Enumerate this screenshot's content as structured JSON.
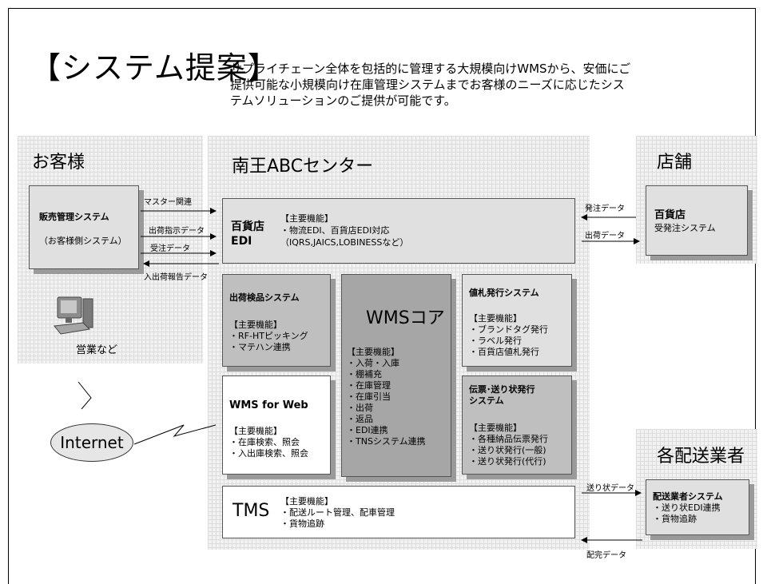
{
  "header": {
    "title": "【システム提案】",
    "intro_lines": [
      "サプライチェーン全体を包括的に管理する大規模向けWMSから、安価にご",
      "提供可能な小規模向け在庫管理システムまでお客様のニーズに応じたシス",
      "テムソリューションのご提供が可能です。"
    ]
  },
  "customer": {
    "label": "お客様",
    "system_name": "販売管理システム",
    "system_note": "（お客様側システム）",
    "computer_label": "営業など"
  },
  "center": {
    "label": "南王ABCセンター"
  },
  "store": {
    "label": "店舗",
    "system_name": "百貨店",
    "system_note": "受発注システム"
  },
  "carrier": {
    "label": "各配送業者",
    "system_name": "配送業者システム",
    "features": [
      "・送り状EDI連携",
      "・貨物追跡"
    ]
  },
  "edi": {
    "name_lines": [
      "百貨店",
      "EDI"
    ],
    "heading": "【主要機能】",
    "features": [
      "・物流EDI、百貨店EDI対応",
      "（IQRS,JAICS,LOBINESSなど）"
    ]
  },
  "shipping_inspection": {
    "name": "出荷検品システム",
    "heading": "【主要機能】",
    "features": [
      "・RF-HTピッキング",
      "・マテハン連携"
    ]
  },
  "wms_core": {
    "name": "WMSコア",
    "heading": "【主要機能】",
    "features": [
      "・入荷・入庫",
      "・棚補充",
      "・在庫管理",
      "・在庫引当",
      "・出荷",
      "・返品",
      "・EDI連携",
      "・TNSシステム連携"
    ]
  },
  "price_tag": {
    "name": "値札発行システム",
    "heading": "【主要機能】",
    "features": [
      "・ブランドタグ発行",
      "・ラベル発行",
      "・百貨店値札発行"
    ]
  },
  "wms_web": {
    "name": "WMS for Web",
    "heading": "【主要機能】",
    "features": [
      "・在庫検索、照会",
      "・入出庫検索、照会"
    ]
  },
  "slip": {
    "name_lines": [
      "伝票･送り状発行",
      "システム"
    ],
    "heading": "【主要機能】",
    "features": [
      "・各種納品伝票発行",
      "・送り状発行(一般)",
      "・送り状発行(代行)"
    ]
  },
  "tms": {
    "name": "TMS",
    "heading": "【主要機能】",
    "features": [
      "・配送ルート管理、配車管理",
      "・貨物追跡"
    ]
  },
  "arrows": {
    "master": "マスター関連",
    "shipping_instruction": "出荷指示データ",
    "order_received": "受注データ",
    "io_report": "入出荷報告データ",
    "order_data": "発注データ",
    "shipment_data": "出荷データ",
    "waybill_data": "送り状データ",
    "delivery_complete": "配完データ"
  },
  "internet": {
    "label": "Internet"
  }
}
